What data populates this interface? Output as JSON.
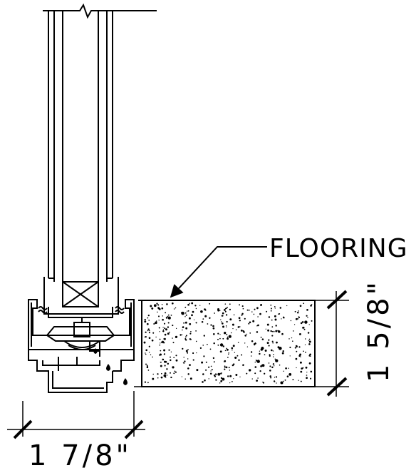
{
  "labels": {
    "flooring": "FLOORING",
    "height_dimension": "1 5/8\"",
    "width_dimension": "1 7/8\""
  }
}
